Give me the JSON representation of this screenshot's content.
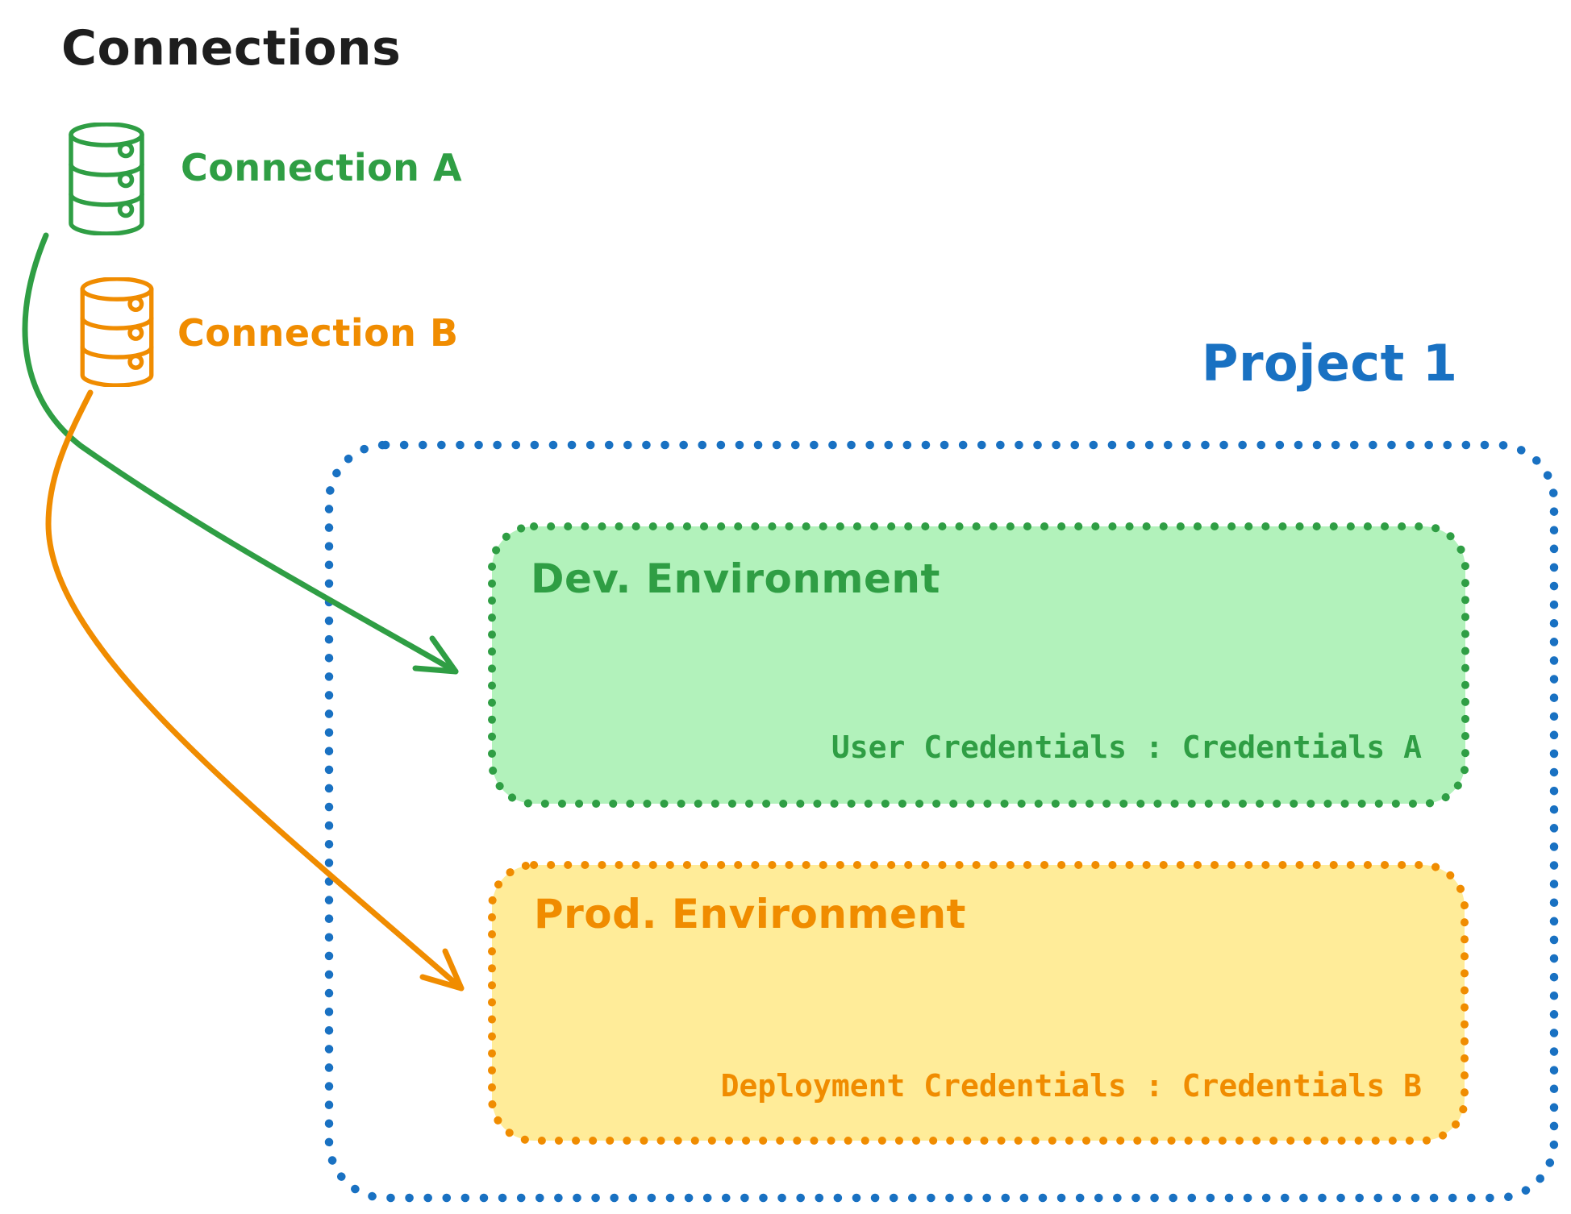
{
  "canvas": {
    "background": "#ffffff"
  },
  "palette": {
    "ink": "#1e1e1e",
    "green": "#2f9e44",
    "green_fill": "#b2f2bb",
    "orange": "#f08c00",
    "orange_fill": "#ffec99",
    "blue": "#1971c2"
  },
  "title": "Connections",
  "connections": [
    {
      "label": "Connection A",
      "icon": "database-icon",
      "color": "#2f9e44"
    },
    {
      "label": "Connection B",
      "icon": "database-icon",
      "color": "#f08c00"
    }
  ],
  "project": {
    "title": "Project 1",
    "color": "#1971c2",
    "environments": [
      {
        "name": "Dev. Environment",
        "credentials": "User Credentials : Credentials A",
        "stroke": "#2f9e44",
        "fill": "#b2f2bb"
      },
      {
        "name": "Prod. Environment",
        "credentials": "Deployment Credentials : Credentials B",
        "stroke": "#f08c00",
        "fill": "#ffec99"
      }
    ]
  },
  "links": [
    {
      "from": "Connection A",
      "to": "Dev. Environment",
      "color": "#2f9e44"
    },
    {
      "from": "Connection B",
      "to": "Prod. Environment",
      "color": "#f08c00"
    }
  ]
}
